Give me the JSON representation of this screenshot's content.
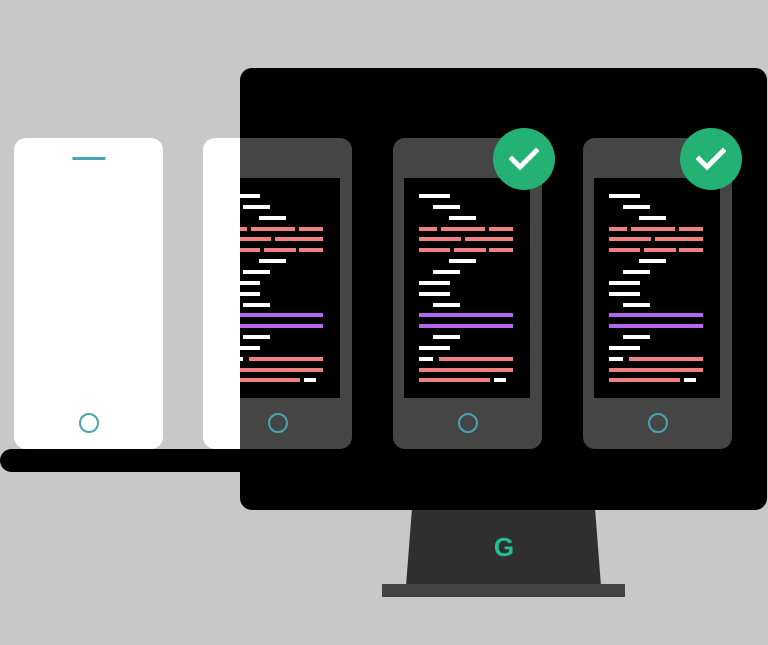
{
  "colors": {
    "background": "#c8c8c8",
    "monitor": "#000000",
    "phone_body_dark": "#454545",
    "phone_body_light": "#ffffff",
    "accent_teal": "#49a3b3",
    "code_white": "#ffffff",
    "code_red": "#f08080",
    "code_purple": "#b366f0",
    "check_green": "#23b174",
    "logo_green": "#1fbf95",
    "stand": "#2f2f2f",
    "stand_base": "#444444"
  },
  "monitor": {
    "logo_letter": "G"
  },
  "phones": [
    {
      "id": "blank-1",
      "style": "white",
      "checked": false
    },
    {
      "id": "transition-2",
      "style": "half-white",
      "checked": false
    },
    {
      "id": "code-3",
      "style": "dark",
      "checked": true
    },
    {
      "id": "code-4",
      "style": "dark",
      "checked": true
    }
  ],
  "code_lines": [
    [
      {
        "x": 15,
        "w": 31,
        "c": "white"
      }
    ],
    [
      {
        "x": 29,
        "w": 27,
        "c": "white"
      }
    ],
    [
      {
        "x": 45,
        "w": 27,
        "c": "white"
      }
    ],
    [
      {
        "x": 15,
        "w": 18,
        "c": "red"
      },
      {
        "x": 37,
        "w": 44,
        "c": "red"
      },
      {
        "x": 85,
        "w": 24,
        "c": "red"
      }
    ],
    [
      {
        "x": 15,
        "w": 42,
        "c": "red"
      },
      {
        "x": 61,
        "w": 48,
        "c": "red"
      }
    ],
    [
      {
        "x": 15,
        "w": 31,
        "c": "red"
      },
      {
        "x": 50,
        "w": 32,
        "c": "red"
      },
      {
        "x": 85,
        "w": 24,
        "c": "red"
      }
    ],
    [
      {
        "x": 45,
        "w": 27,
        "c": "white"
      }
    ],
    [
      {
        "x": 29,
        "w": 27,
        "c": "white"
      }
    ],
    [
      {
        "x": 15,
        "w": 31,
        "c": "white"
      }
    ],
    [
      {
        "x": 15,
        "w": 31,
        "c": "white"
      }
    ],
    [
      {
        "x": 29,
        "w": 27,
        "c": "white"
      }
    ],
    [
      {
        "x": 15,
        "w": 94,
        "c": "purple"
      }
    ],
    [
      {
        "x": 15,
        "w": 94,
        "c": "purple"
      }
    ],
    [
      {
        "x": 29,
        "w": 27,
        "c": "white"
      }
    ],
    [
      {
        "x": 15,
        "w": 31,
        "c": "white"
      }
    ],
    [
      {
        "x": 15,
        "w": 14,
        "c": "white"
      },
      {
        "x": 35,
        "w": 74,
        "c": "red"
      }
    ],
    [
      {
        "x": 15,
        "w": 94,
        "c": "red"
      }
    ],
    [
      {
        "x": 15,
        "w": 71,
        "c": "red"
      },
      {
        "x": 90,
        "w": 12,
        "c": "white"
      }
    ]
  ]
}
